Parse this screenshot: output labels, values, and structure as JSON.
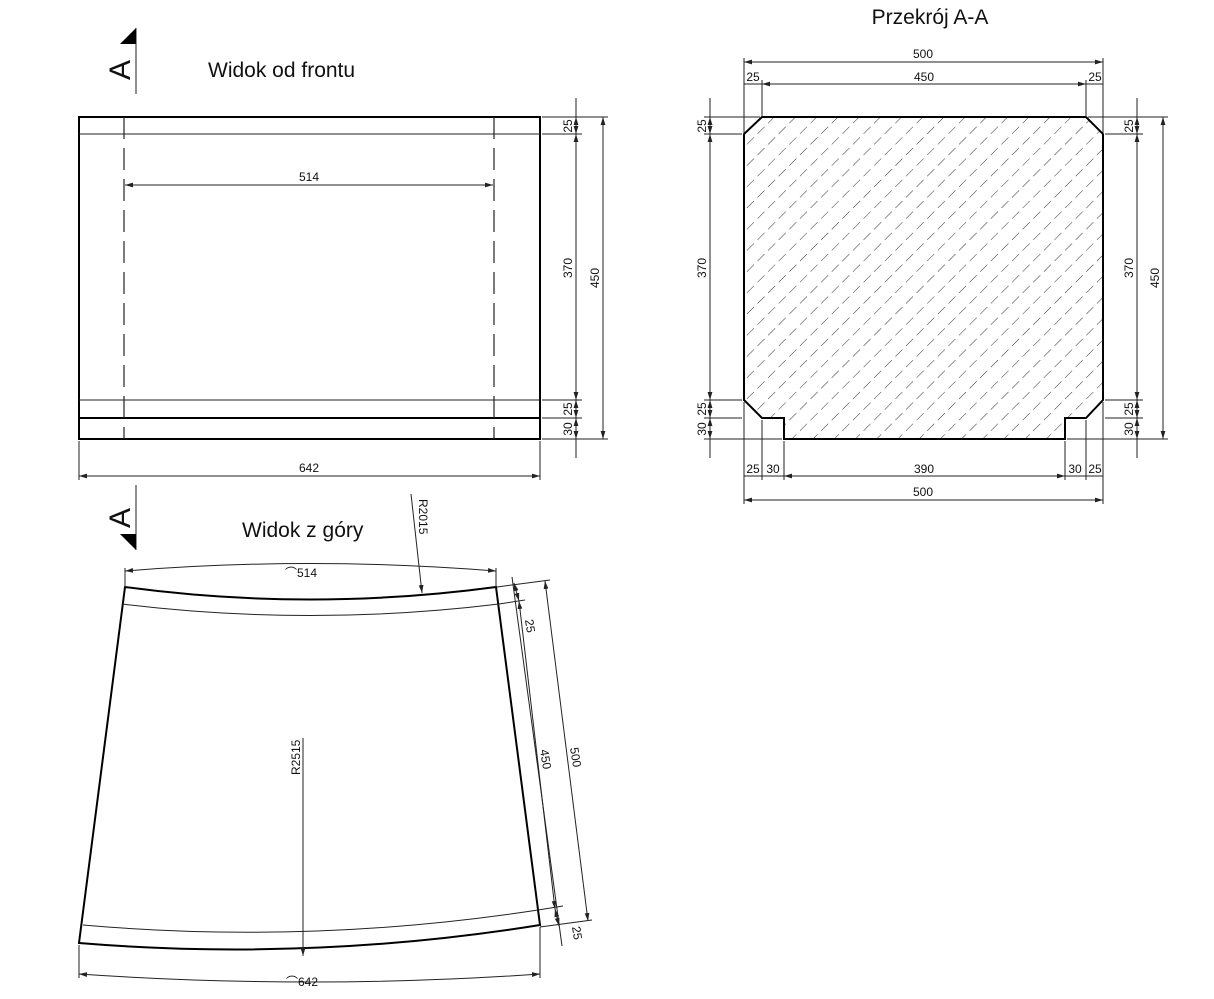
{
  "views": {
    "front": {
      "title": "Widok od frontu"
    },
    "section": {
      "title": "Przekrój A-A"
    },
    "top": {
      "title": "Widok z góry"
    }
  },
  "section_marker": "A",
  "dims": {
    "front": {
      "inner_width": "514",
      "total_width": "642",
      "top_band": "25",
      "middle": "370",
      "lower_band": "25",
      "bottom_band": "30",
      "total_height": "450"
    },
    "section": {
      "top_total": "500",
      "top_inner": "450",
      "top_left_chamfer": "25",
      "top_right_chamfer": "25",
      "left_top": "25",
      "left_mid": "370",
      "left_lower": "25",
      "left_bottom": "30",
      "right_top": "25",
      "right_mid": "370",
      "right_lower": "25",
      "right_bottom": "30",
      "right_total": "450",
      "b_left_chamfer": "25",
      "b_left_foot": "30",
      "b_mid": "390",
      "b_right_foot": "30",
      "b_right_chamfer": "25",
      "bottom_total": "500"
    },
    "top": {
      "arc_top": "514",
      "arc_bottom": "642",
      "r_outer": "R2015",
      "r_inner": "R2515",
      "side_band": "25",
      "side_inner": "450",
      "side_total": "500",
      "side_bottom": "25"
    }
  },
  "arc_symbol": "⌒"
}
